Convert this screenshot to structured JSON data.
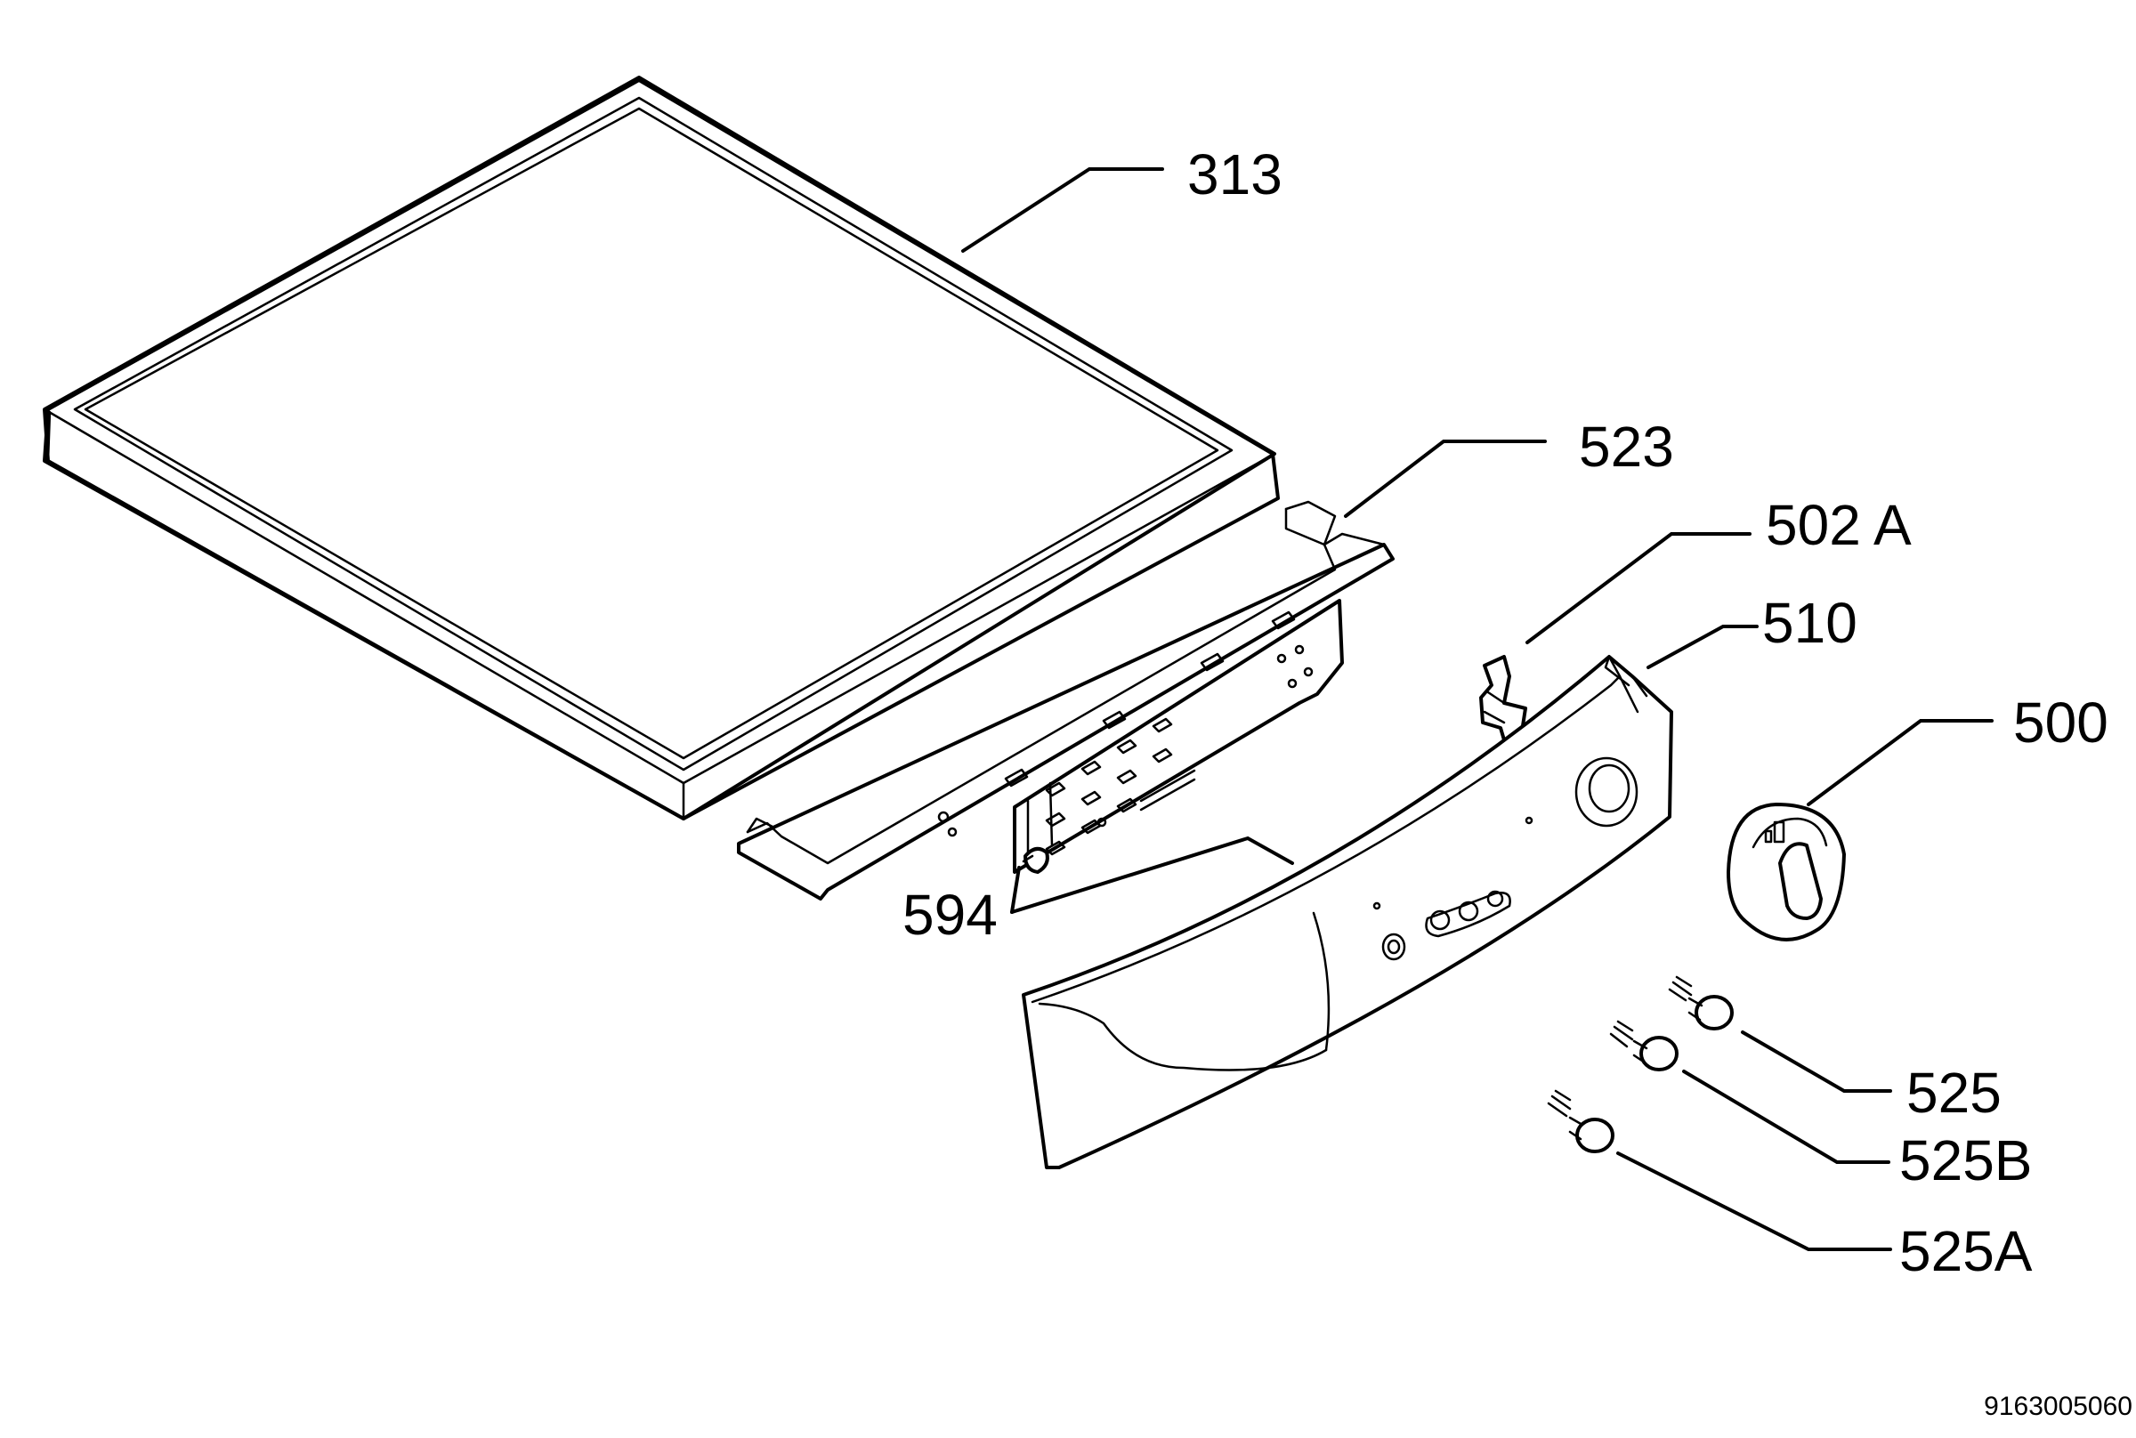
{
  "callouts": {
    "c313": "313",
    "c523": "523",
    "c502A": "502 A",
    "c510": "510",
    "c500": "500",
    "c594": "594",
    "c525": "525",
    "c525B": "525B",
    "c525A": "525A"
  },
  "document_number": "9163005060"
}
